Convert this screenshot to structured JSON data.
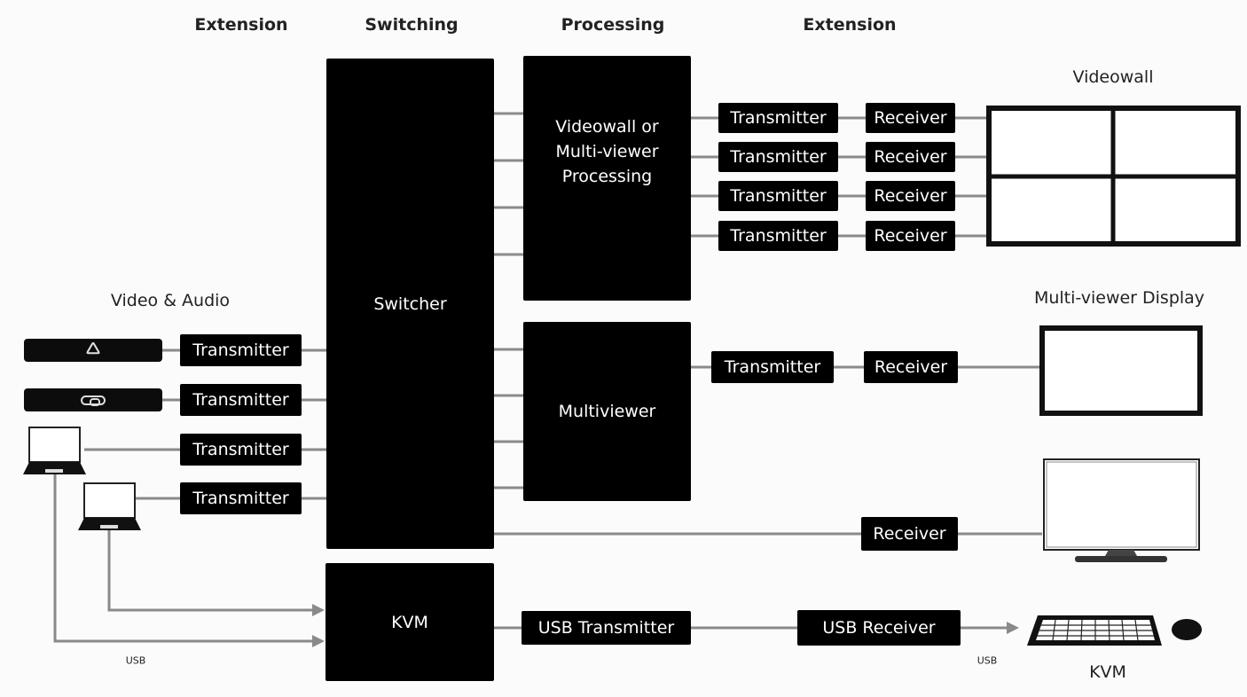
{
  "headers": {
    "extension_left": "Extension",
    "switching": "Switching",
    "processing": "Processing",
    "extension_right": "Extension"
  },
  "sections": {
    "video_audio": "Video & Audio",
    "videowall": "Videowall",
    "multiviewer_display": "Multi-viewer Display",
    "kvm": "KVM"
  },
  "blocks": {
    "switcher": "Switcher",
    "videowall_processing": "Videowall or\nMulti-viewer\nProcessing",
    "multiviewer": "Multiviewer",
    "kvm": "KVM",
    "usb_transmitter": "USB Transmitter",
    "usb_receiver": "USB Receiver",
    "transmitter": "Transmitter",
    "receiver": "Receiver"
  },
  "usb_labels": {
    "left": "USB",
    "right": "USB"
  },
  "icons": {
    "bluray_player": "bluray-player-icon",
    "dvd_player": "dvd-player-icon",
    "laptop": "laptop-icon",
    "monitor": "monitor-icon",
    "keyboard": "keyboard-icon",
    "mouse": "mouse-icon"
  }
}
